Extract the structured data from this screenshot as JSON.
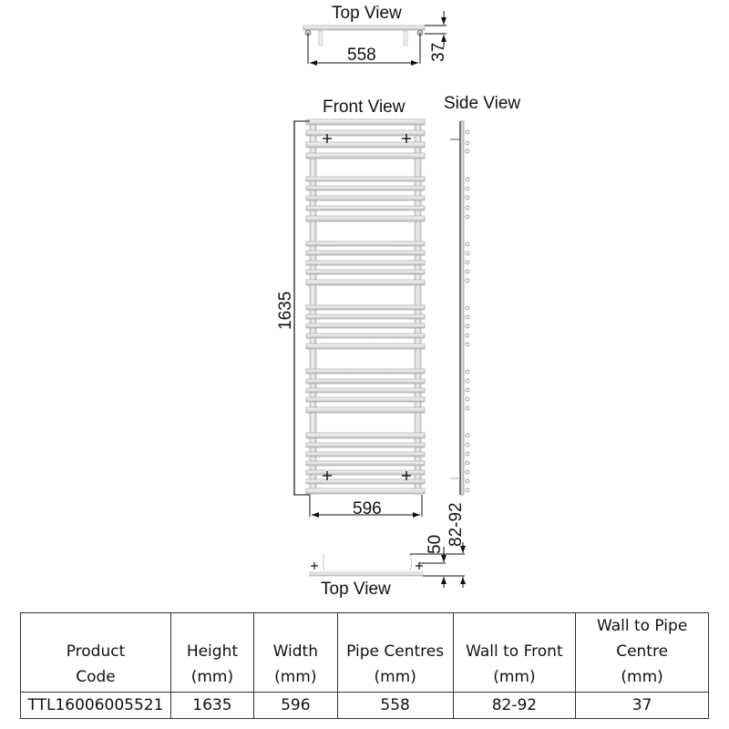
{
  "drawing": {
    "top_view_upper": {
      "label": "Top View",
      "pipe_centres_dim": "558",
      "wall_to_pipe_dim": "37"
    },
    "front_view": {
      "label": "Front View",
      "height_dim": "1635",
      "width_dim": "596",
      "bar_groups": [
        4,
        5,
        5,
        5,
        8
      ]
    },
    "side_view": {
      "label": "Side View"
    },
    "top_view_lower": {
      "label": "Top View",
      "wall_to_pipe_dim": "50",
      "wall_to_front_dim": "82-92"
    }
  },
  "spec_table": {
    "headers": [
      {
        "line1": "",
        "line2": "Product",
        "line3": "Code"
      },
      {
        "line1": "",
        "line2": "Height",
        "line3": "(mm)"
      },
      {
        "line1": "",
        "line2": "Width",
        "line3": "(mm)"
      },
      {
        "line1": "",
        "line2": "Pipe Centres",
        "line3": "(mm)"
      },
      {
        "line1": "",
        "line2": "Wall to Front",
        "line3": "(mm)"
      },
      {
        "line1": "Wall to Pipe",
        "line2": "Centre",
        "line3": "(mm)"
      }
    ],
    "rows": [
      {
        "product_code": "TTL16006005521",
        "height": "1635",
        "width": "596",
        "pipe_centres": "558",
        "wall_to_front": "82-92",
        "wall_to_pipe_centre": "37"
      }
    ]
  },
  "colors": {
    "line": "#111111",
    "rail_fill": "#e9e9e9",
    "rail_edge": "#9a9a9a",
    "table_border": "#333333"
  }
}
